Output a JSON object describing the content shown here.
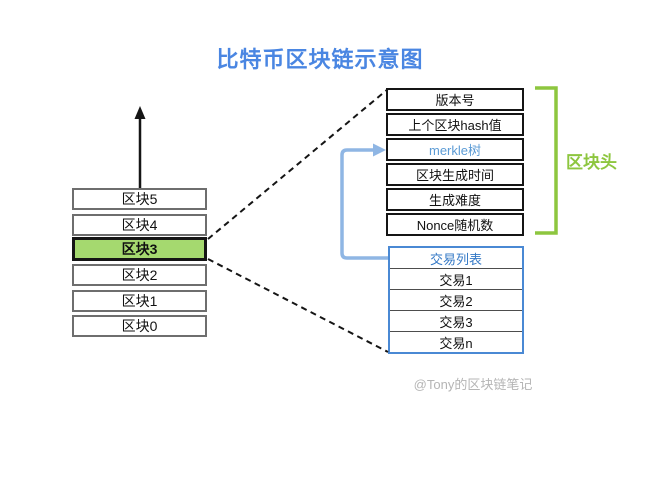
{
  "title": "比特币区块链示意图",
  "left_stack": {
    "blocks": [
      {
        "label": "区块5",
        "highlighted": false
      },
      {
        "label": "区块4",
        "highlighted": false
      },
      {
        "label": "区块3",
        "highlighted": true
      },
      {
        "label": "区块2",
        "highlighted": false
      },
      {
        "label": "区块1",
        "highlighted": false
      },
      {
        "label": "区块0",
        "highlighted": false
      }
    ]
  },
  "block_header": {
    "rows": [
      "版本号",
      "上个区块hash值",
      "merkle树",
      "区块生成时间",
      "生成难度",
      "Nonce随机数"
    ],
    "bracket_label": "区块头"
  },
  "transaction_list": {
    "header": "交易列表",
    "rows": [
      "交易1",
      "交易2",
      "交易3",
      "交易n"
    ]
  },
  "footer": {
    "watermark": "@Tony的区块链笔记"
  },
  "colors": {
    "title_blue": "#4a86e2",
    "merkle_text_blue": "#5b9bd5",
    "tx_header_blue": "#3579c6",
    "tx_border_blue": "#4a89d4",
    "connector_blue": "#8fb6e4",
    "bracket_green": "#8dc63f",
    "highlight_green_fill": "#a5d96f",
    "block_border_gray": "#6e6e6e",
    "watermark_gray": "#b5b5b5",
    "line_black": "#151515"
  }
}
